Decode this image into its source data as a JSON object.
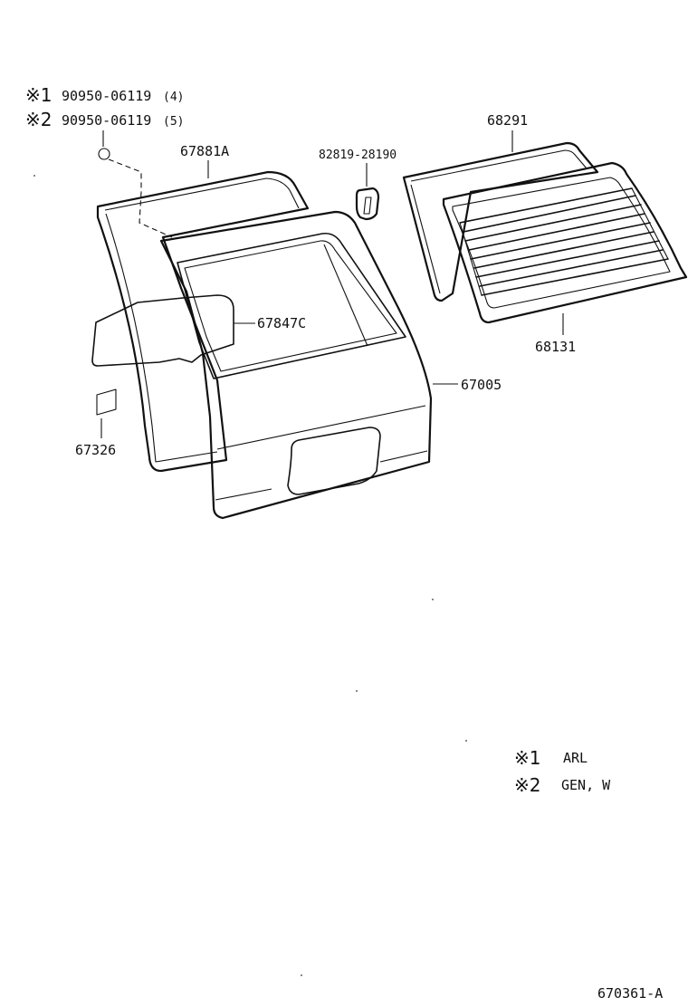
{
  "notes": {
    "note1": {
      "mark": "※1",
      "part": "90950-06119",
      "qty": "(4)"
    },
    "note2": {
      "mark": "※2",
      "part": "90950-06119",
      "qty": "(5)"
    }
  },
  "labels": {
    "weatherstrip": "67881A",
    "grommet": "82819-28190",
    "window_seal": "68291",
    "defogger_glass": "68131",
    "trim_board": "67847C",
    "back_door_panel": "67005",
    "small_pad": "67326"
  },
  "legend": {
    "item1": {
      "mark": "※1",
      "text": "ARL"
    },
    "item2": {
      "mark": "※2",
      "text": "GEN, W"
    }
  },
  "drawing_code": "670361-A"
}
